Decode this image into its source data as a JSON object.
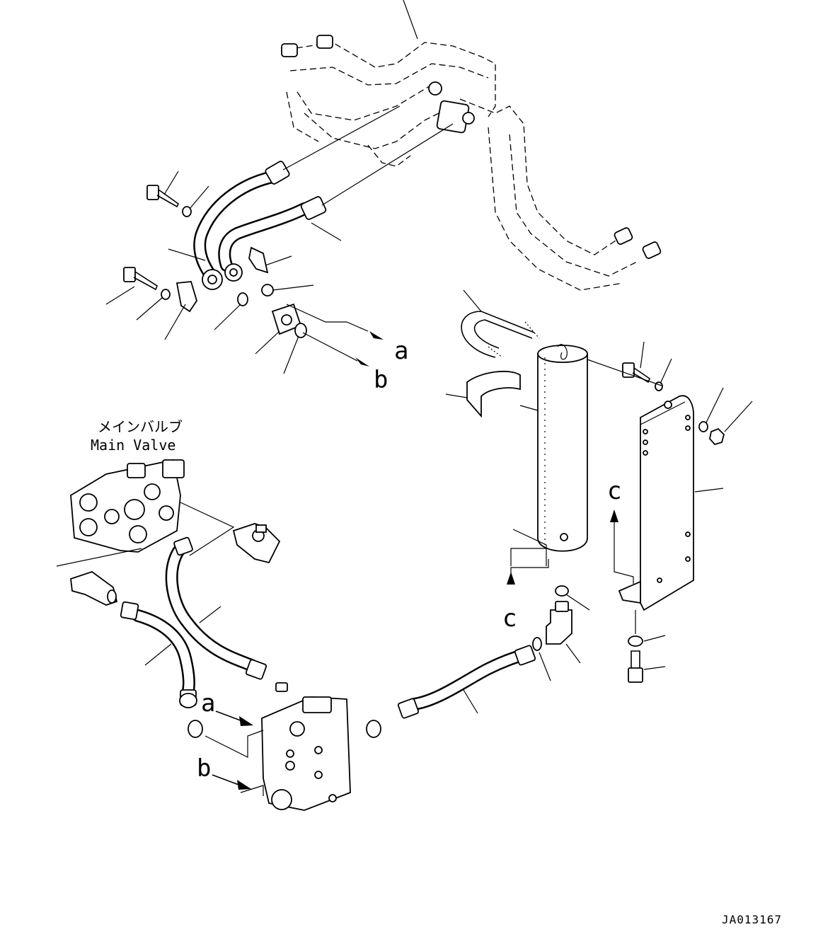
{
  "diagram": {
    "component_label_jp": "メインバルブ",
    "component_label_en": "Main Valve",
    "ref_labels": {
      "a_upper": "a",
      "b_upper": "b",
      "a_lower": "a",
      "b_lower": "b",
      "c_left": "c",
      "c_right": "c"
    },
    "drawing_number": "JA013167"
  }
}
